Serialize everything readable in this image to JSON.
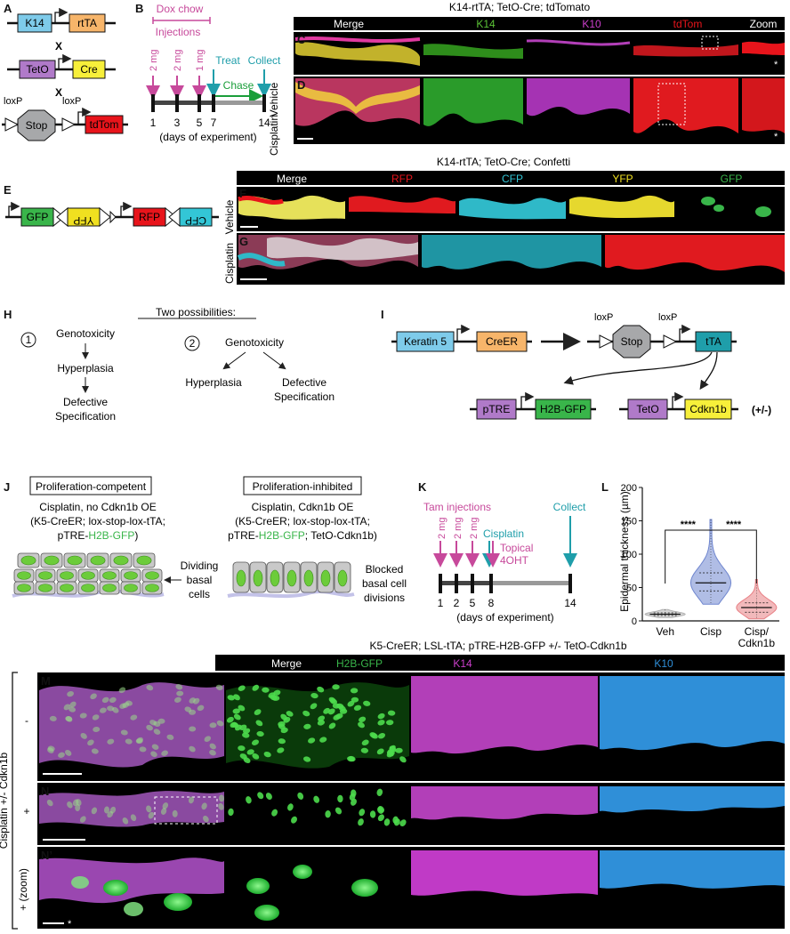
{
  "panel_letters": {
    "A": "A",
    "B": "B",
    "C": "C",
    "D": "D",
    "E": "E",
    "F": "F",
    "G": "G",
    "H": "H",
    "I": "I",
    "J": "J",
    "K": "K",
    "L": "L",
    "M": "M",
    "N": "N",
    "Np": "N’"
  },
  "panelA": {
    "k14": "K14",
    "rttA": "rtTA",
    "x1": "X",
    "teto": "TetO",
    "cre": "Cre",
    "x2": "X",
    "loxp1": "loxP",
    "loxp2": "loxP",
    "stop": "Stop",
    "tdtom": "tdTom"
  },
  "panelB": {
    "dox_chow": "Dox chow",
    "injections": "Injections",
    "dose1": "2 mg",
    "dose2": "2 mg",
    "dose3": "1 mg",
    "treat": "Treat",
    "collect": "Collect",
    "chase": "Chase",
    "days": [
      "1",
      "3",
      "5",
      "7",
      "14"
    ],
    "xlabel": "(days of experiment)"
  },
  "panelCD": {
    "title": "K14-rtTA; TetO-Cre; tdTomato",
    "headers": [
      "Merge",
      "K14",
      "K10",
      "tdTom",
      "Zoom"
    ],
    "row_c": "Vehicle",
    "row_d": "Cisplatin",
    "star": "*"
  },
  "panelE": {
    "gfp": "GFP",
    "yfp": "YFP",
    "rfp": "RFP",
    "cfp": "CFP"
  },
  "panelFG": {
    "title": "K14-rtTA; TetO-Cre; Confetti",
    "headers": [
      "Merge",
      "RFP",
      "CFP",
      "YFP",
      "GFP"
    ],
    "row_f": "Vehicle",
    "row_g": "Cisplatin"
  },
  "panelH": {
    "title": "Two possibilities:",
    "n1": "1",
    "n2": "2",
    "left": [
      "Genotoxicity",
      "Hyperplasia",
      "Defective",
      "Specification"
    ],
    "right": [
      "Genotoxicity",
      "Hyperplasia",
      "Defective",
      "Specification"
    ]
  },
  "panelI": {
    "keratin5": "Keratin 5",
    "creer": "CreER",
    "loxp1": "loxP",
    "loxp2": "loxP",
    "stop": "Stop",
    "tta": "tTA",
    "ptre": "pTRE",
    "h2bgfp": "H2B-GFP",
    "teto": "TetO",
    "cdkn1b": "Cdkn1b",
    "pm": "(+/-)"
  },
  "panelJ": {
    "left_box": "Proliferation-competent",
    "left_l1": "Cisplatin, no Cdkn1b OE",
    "left_l2": "(K5-CreER; lox-stop-lox-tTA;",
    "left_l3a": "pTRE-",
    "left_l3b": "H2B-GFP",
    "left_l3c": ")",
    "left_side1": "Dividing",
    "left_side2": "basal",
    "left_side3": "cells",
    "right_box": "Proliferation-inhibited",
    "right_l1": "Cisplatin, Cdkn1b OE",
    "right_l2": "(K5-CreER; lox-stop-lox-tTA;",
    "right_l3a": "pTRE-",
    "right_l3b": "H2B-GFP",
    "right_l3c": "; TetO-Cdkn1b)",
    "right_side1": "Blocked",
    "right_side2": "basal cell",
    "right_side3": "divisions"
  },
  "panelK": {
    "tam": "Tam injections",
    "dose1": "2 mg",
    "dose2": "2 mg",
    "dose3": "2 mg",
    "cisplatin": "Cisplatin",
    "topical1": "Topical",
    "topical2": "4OHT",
    "collect": "Collect",
    "days": [
      "1",
      "2",
      "5",
      "8",
      "14"
    ],
    "xlabel": "(days of experiment)"
  },
  "colors": {
    "K14_green": "#5bc236",
    "K10_magenta": "#cc3fcc",
    "tdTom_red": "#e8141b",
    "RFP_red": "#e8141b",
    "CFP_cyan": "#33c6d6",
    "YFP_yellow": "#f0e020",
    "GFP_green": "#39b54a",
    "injection_magenta": "#c7499b",
    "cisplatin_teal": "#1f9eaa",
    "chase_green": "#1a9e3a",
    "K10_blue": "#2f8fd8"
  },
  "panelMN": {
    "title": "K5-CreER; LSL-tTA; pTRE-H2B-GFP +/- TetO-Cdkn1b",
    "headers": [
      "Merge",
      "H2B-GFP",
      "K14",
      "K10"
    ],
    "side": "Cisplatin +/- Cdkn1b",
    "row_m": "-",
    "row_n": "+",
    "row_np": "+ (zoom)",
    "star": "*"
  },
  "chart_data": {
    "type": "violin",
    "ylabel": "Epidermal thickness (µm)",
    "categories": [
      "Veh",
      "Cisp",
      "Cisp/\nCdkn1b"
    ],
    "ylim": [
      0,
      200
    ],
    "yticks": [
      0,
      50,
      100,
      150,
      200
    ],
    "series": [
      {
        "name": "Veh",
        "color": "#b0b0b0",
        "median": 10,
        "q1": 8,
        "q3": 12,
        "min": 5,
        "max": 17
      },
      {
        "name": "Cisp",
        "color": "#6f86cf",
        "median": 57,
        "q1": 45,
        "q3": 72,
        "min": 25,
        "max": 152
      },
      {
        "name": "Cisp/\nCdkn1b",
        "color": "#e87f84",
        "median": 20,
        "q1": 13,
        "q3": 27,
        "min": 3,
        "max": 62
      }
    ],
    "comparisons": [
      {
        "from": "Veh",
        "to": "Cisp",
        "label": "****"
      },
      {
        "from": "Cisp",
        "to": "Cisp/\nCdkn1b",
        "label": "****"
      }
    ]
  }
}
